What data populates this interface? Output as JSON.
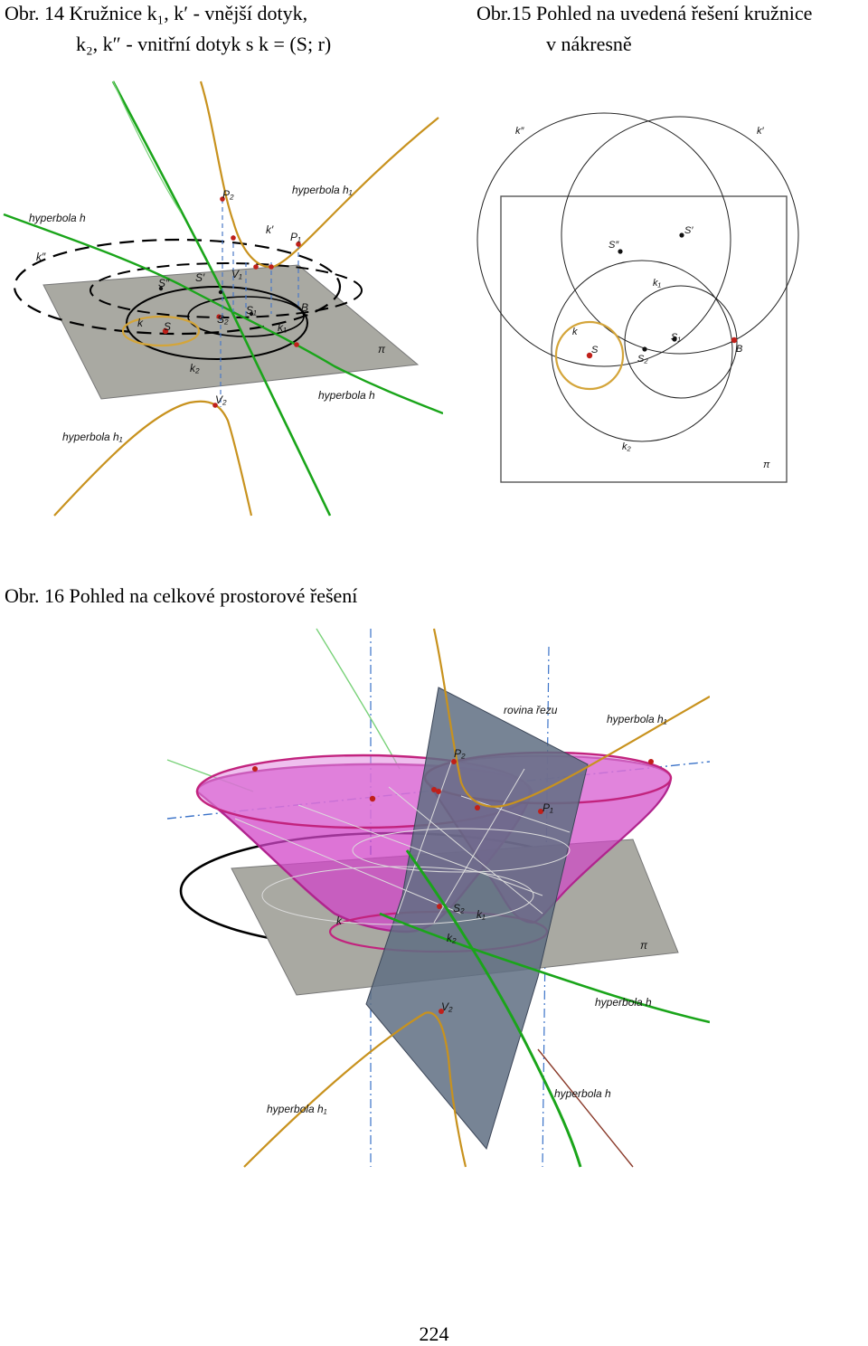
{
  "captions": {
    "fig14_line1": "Obr. 14 Kružnice k₁, k′ - vnější dotyk,",
    "fig14_line2": "k₂, k″ - vnitřní dotyk s k = (S; r)",
    "fig15_line1": "Obr.15 Pohled na uvedená řešení kružnice",
    "fig15_line2": "v nákresně",
    "fig16": "Obr. 16 Pohled na celkové prostorové řešení"
  },
  "fig14": {
    "labels": {
      "hyperbola_h1_top": "hyperbola h₁",
      "hyperbola_h_left": "hyperbola h",
      "k_dd": "k″",
      "k_d": "k′",
      "P2": "P₂",
      "P1": "P₁",
      "S_dd": "S″",
      "S_d": "S′",
      "V1": "V₁",
      "S1": "S₁",
      "S2": "S₂",
      "S": "S",
      "k": "k",
      "k1": "k₁",
      "B": "B",
      "pi": "π",
      "k2": "k₂",
      "V2": "V₂",
      "hyperbola_h_bottom": "hyperbola h",
      "hyperbola_h1_bottom": "hyperbola h₁"
    }
  },
  "fig15": {
    "labels": {
      "k_dd": "k″",
      "k_d": "k′",
      "S_dd": "S″",
      "S_d": "S′",
      "k1": "k₁",
      "k": "k",
      "S1": "S₁",
      "S": "S",
      "S2": "S₂",
      "B": "B",
      "k2": "k₂",
      "pi": "π"
    }
  },
  "fig16": {
    "labels": {
      "rovina_rezu": "rovina řezu",
      "hyperbola_h1_top": "hyperbola h₁",
      "P2": "P₂",
      "P1": "P₁",
      "S2": "S₂",
      "k1": "k₁",
      "k": "k",
      "k2": "k₂",
      "pi": "π",
      "V2": "V₂",
      "hyperbola_h_right": "hyperbola h",
      "hyperbola_h1_bottom": "hyperbola h₁",
      "hyperbola_h_bottom": "hyperbola h"
    }
  },
  "page_number": "224",
  "colors": {
    "plane_gray": "#a9a9a2",
    "hyperbola_orange": "#c8921e",
    "hyperbola_green": "#1aa51a",
    "cone_magenta": "#d246c8",
    "cut_plane_blue": "#5f6f83",
    "point_red": "#c0201a"
  }
}
